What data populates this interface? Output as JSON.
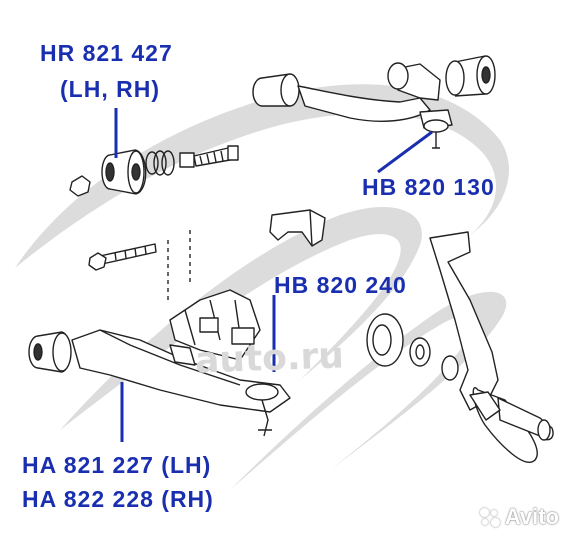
{
  "labels": {
    "hr821427": "HR 821 427",
    "hr821427_sides": "(LH, RH)",
    "hb820130": "HB 820 130",
    "hb820240": "HB 820 240",
    "ha821227": "HA 821 227 (LH)",
    "ha822228": "HA 822 228 (RH)"
  },
  "watermark": {
    "brand_text": "auto.ru",
    "avito_text": "Avito"
  },
  "colors": {
    "label": "#1a2fb0",
    "logo_swoosh": "#d8d8d8",
    "line_art": "#222222"
  }
}
